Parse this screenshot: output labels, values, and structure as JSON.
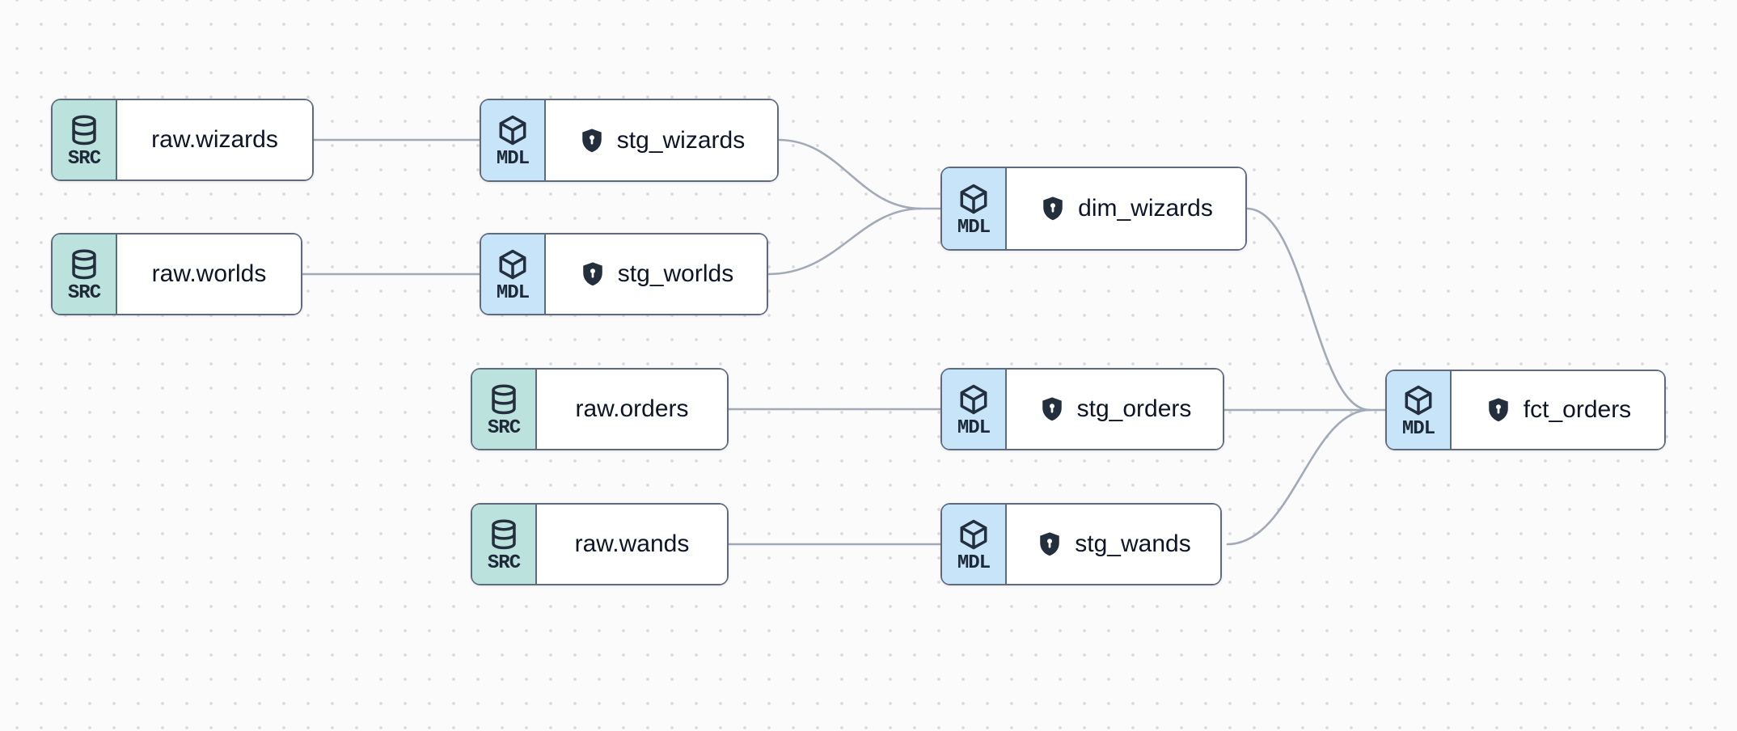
{
  "canvas": {
    "background_color": "#fbfbfc",
    "dot_color": "#d7d9dc",
    "edge_color": "#a1aab6"
  },
  "palette": {
    "source_badge_bg": "#bce2dd",
    "model_badge_bg": "#c7e4f8",
    "node_border": "#5e6b7d",
    "node_bg": "#ffffff",
    "icon_color": "#232f3e",
    "label_color": "#0d1626"
  },
  "node_types": {
    "source_label": "SRC",
    "model_label": "MDL"
  },
  "nodes": [
    {
      "id": "raw.wizards",
      "label": "raw.wizards",
      "type": "source",
      "type_label": "SRC",
      "icon": "database-icon",
      "shield": false
    },
    {
      "id": "stg_wizards",
      "label": "stg_wizards",
      "type": "model",
      "type_label": "MDL",
      "icon": "cube-icon",
      "shield": true
    },
    {
      "id": "raw.worlds",
      "label": "raw.worlds",
      "type": "source",
      "type_label": "SRC",
      "icon": "database-icon",
      "shield": false
    },
    {
      "id": "stg_worlds",
      "label": "stg_worlds",
      "type": "model",
      "type_label": "MDL",
      "icon": "cube-icon",
      "shield": true
    },
    {
      "id": "dim_wizards",
      "label": "dim_wizards",
      "type": "model",
      "type_label": "MDL",
      "icon": "cube-icon",
      "shield": true
    },
    {
      "id": "raw.orders",
      "label": "raw.orders",
      "type": "source",
      "type_label": "SRC",
      "icon": "database-icon",
      "shield": false
    },
    {
      "id": "stg_orders",
      "label": "stg_orders",
      "type": "model",
      "type_label": "MDL",
      "icon": "cube-icon",
      "shield": true
    },
    {
      "id": "raw.wands",
      "label": "raw.wands",
      "type": "source",
      "type_label": "SRC",
      "icon": "database-icon",
      "shield": false
    },
    {
      "id": "stg_wands",
      "label": "stg_wands",
      "type": "model",
      "type_label": "MDL",
      "icon": "cube-icon",
      "shield": true
    },
    {
      "id": "fct_orders",
      "label": "fct_orders",
      "type": "model",
      "type_label": "MDL",
      "icon": "cube-icon",
      "shield": true
    }
  ],
  "edges": [
    {
      "from": "raw.wizards",
      "to": "stg_wizards"
    },
    {
      "from": "raw.worlds",
      "to": "stg_worlds"
    },
    {
      "from": "stg_wizards",
      "to": "dim_wizards"
    },
    {
      "from": "stg_worlds",
      "to": "dim_wizards"
    },
    {
      "from": "raw.orders",
      "to": "stg_orders"
    },
    {
      "from": "raw.wands",
      "to": "stg_wands"
    },
    {
      "from": "dim_wizards",
      "to": "fct_orders"
    },
    {
      "from": "stg_orders",
      "to": "fct_orders"
    },
    {
      "from": "stg_wands",
      "to": "fct_orders"
    }
  ]
}
